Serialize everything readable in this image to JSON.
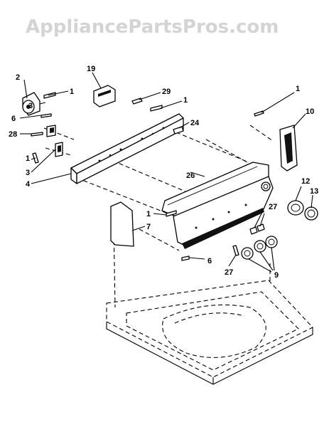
{
  "watermark": "AppliancePartsPros.com",
  "callouts": {
    "c1a": "1",
    "c2": "2",
    "c3a": "3",
    "c6a": "6",
    "c28": "28",
    "c1b": "1",
    "c3b": "3",
    "c4": "4",
    "c19": "19",
    "c29": "29",
    "c1c": "1",
    "c24": "24",
    "c1d": "1",
    "c10": "10",
    "c26": "26",
    "c12": "12",
    "c13": "13",
    "c1e": "1",
    "c7": "7",
    "c27a": "27",
    "c6b": "6",
    "c27b": "27",
    "c9": "9"
  }
}
